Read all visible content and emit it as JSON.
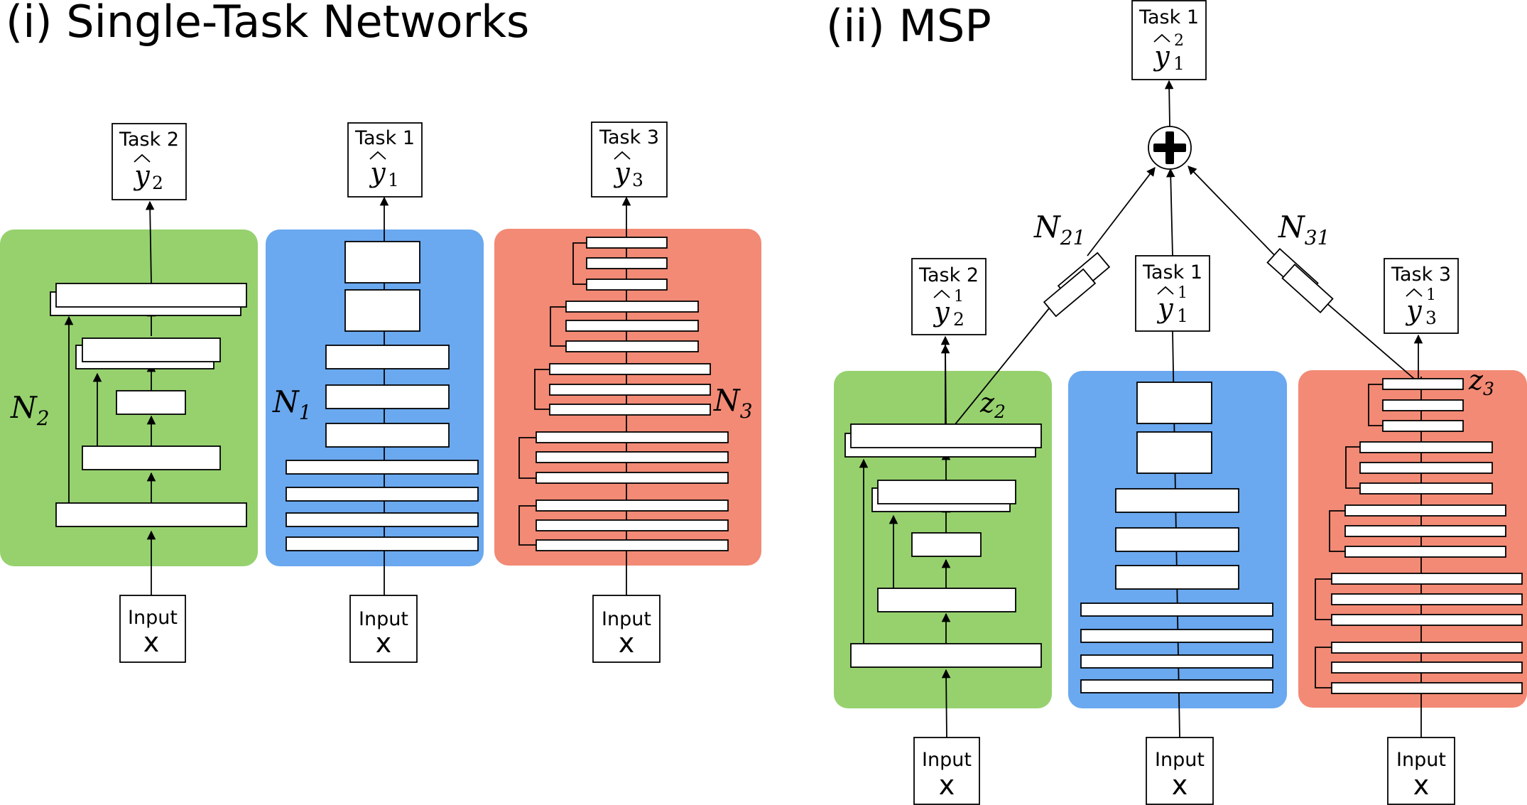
{
  "titles": {
    "single_task": "(i) Single-Task Networks",
    "msp": "(ii) MSP"
  },
  "colors": {
    "green": "#96d16e",
    "blue": "#6aa8ef",
    "red": "#f28a75",
    "white": "#ffffff",
    "black": "#000000"
  },
  "single_task": {
    "green_net": {
      "label": "N",
      "sub": "2"
    },
    "blue_net": {
      "label": "N",
      "sub": "1"
    },
    "red_net": {
      "label": "N",
      "sub": "3"
    },
    "outputs": [
      {
        "title": "Task 2",
        "y": "y",
        "sub": "2"
      },
      {
        "title": "Task 1",
        "y": "y",
        "sub": "1"
      },
      {
        "title": "Task 3",
        "y": "y",
        "sub": "3"
      }
    ],
    "inputs": [
      {
        "title": "Input",
        "x": "x"
      },
      {
        "title": "Input",
        "x": "x"
      },
      {
        "title": "Input",
        "x": "x"
      }
    ]
  },
  "msp": {
    "top_output": {
      "title": "Task 1",
      "y": "y",
      "sub": "1",
      "sup": "2"
    },
    "plus_icon": "plus-icon",
    "adapters": [
      {
        "label": "N",
        "sub": "21"
      },
      {
        "label": "N",
        "sub": "31"
      }
    ],
    "z_labels": [
      {
        "label": "z",
        "sub": "2"
      },
      {
        "label": "z",
        "sub": "3"
      }
    ],
    "outputs": [
      {
        "title": "Task 2",
        "y": "y",
        "sub": "2",
        "sup": "1"
      },
      {
        "title": "Task 1",
        "y": "y",
        "sub": "1",
        "sup": "1"
      },
      {
        "title": "Task 3",
        "y": "y",
        "sub": "3",
        "sup": "1"
      }
    ],
    "inputs": [
      {
        "title": "Input",
        "x": "x"
      },
      {
        "title": "Input",
        "x": "x"
      },
      {
        "title": "Input",
        "x": "x"
      }
    ]
  }
}
